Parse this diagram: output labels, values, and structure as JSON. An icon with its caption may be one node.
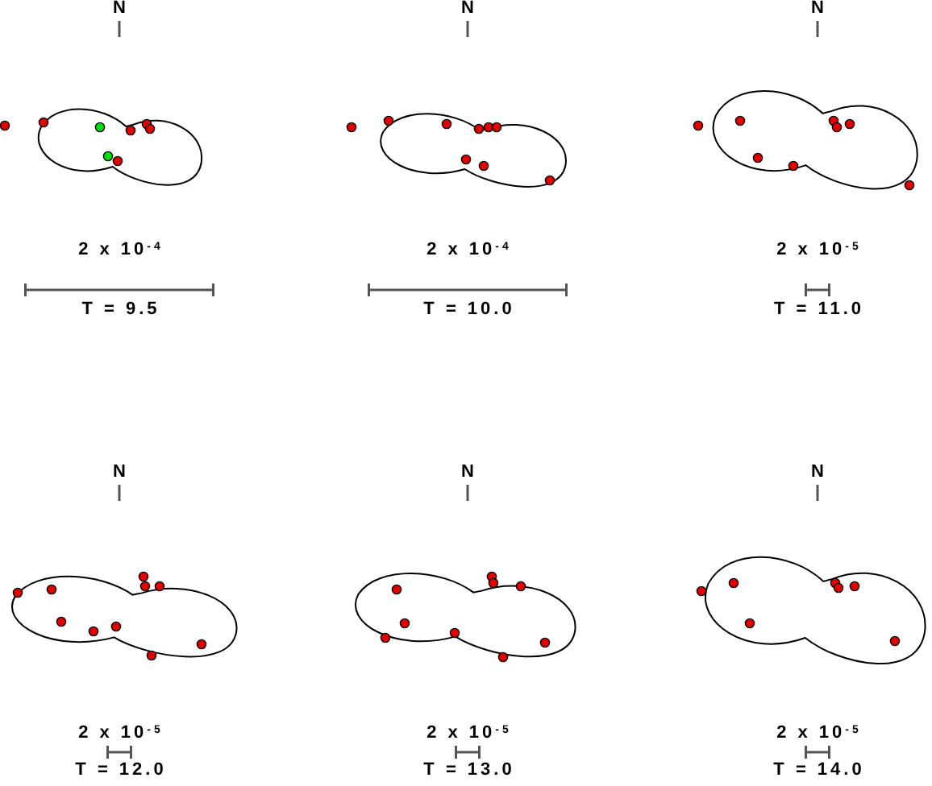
{
  "diagram": {
    "labels": [
      "N",
      "2 x 10$^{-4}$",
      "T = 9.5",
      "N",
      "2 x 10$^{-4}$",
      "T = 10.0",
      "N",
      "2 x 10$^{-5}$",
      "T = 11.0",
      "N",
      "2 x 10$^{-5}$",
      "T = 12.0",
      "N",
      "2 x 10$^{-5}$",
      "T = 13.0",
      "N",
      "2 x 10$^{-5}$",
      "T = 14.0"
    ]
  }
}
